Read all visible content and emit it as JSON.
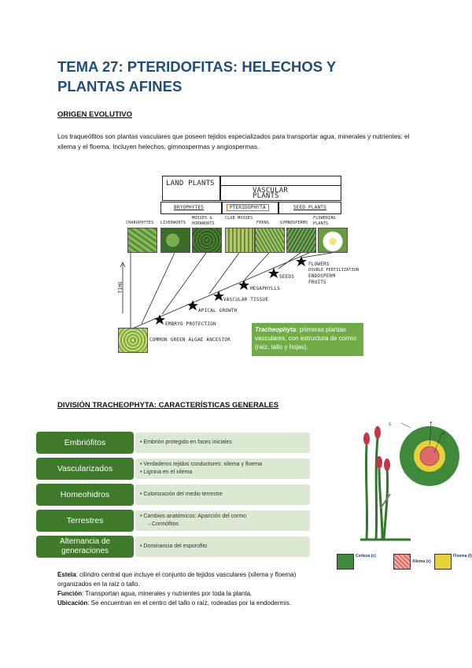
{
  "title": "TEMA 27: PTERIDOFITAS: HELECHOS Y PLANTAS AFINES",
  "section1": {
    "heading": "ORIGEN EVOLUTIVO",
    "paragraph": "Los traqueófitos son plantas vasculares que poseen tejidos especializados para transportar agua, minerales y nutrientes: el xilema y el floema. Incluyen helechos, gimnospermas y angiospermas."
  },
  "diagram": {
    "land_plants": "LAND PLANTS",
    "vascular_plants": "VASCULAR PLANTS",
    "bryophytes": "BRYOPHYTES",
    "pteridophyta": "PTERIDOPHYTA",
    "seed_plants": "SEED PLANTS",
    "thumbs": [
      "CHAROPHYTES",
      "LIVERWORTS",
      "MOSSES & HORNWORTS",
      "CLUB MOSSES",
      "FERNS",
      "GYMNOSPERMS",
      "FLOWERING PLANTS"
    ],
    "time": "TIME",
    "milestones": [
      "EMBRYO PROTECTION",
      "APICAL GROWTH",
      "VASCULAR TISSUE",
      "MEGAPHYLLS",
      "SEEDS",
      "FLOWERS",
      "DOUBLE FERTILIZATION",
      "ENDOSPERM",
      "FRUITS"
    ],
    "ancestor": "COMMON GREEN ALGAE ANCESTOR",
    "note_bold": "Tracheophyta",
    "note_text": ": primeras plantas vasculares, con estructura de cormo (raíz, tallo y hojas)."
  },
  "section2": {
    "heading": "DIVISIÓN TRACHEOPHYTA: CARACTERÍSTICAS GENERALES",
    "rows": [
      {
        "label": "Embriófitos",
        "items": [
          "• Embrión protegido en fases iniciales"
        ]
      },
      {
        "label": "Vascularizados",
        "items": [
          "• Verdaderos tejidos conductores: xilema y floema",
          "• Lignina en el xilema"
        ]
      },
      {
        "label": "Homeohidros",
        "items": [
          "• Colonización del medio terrestre"
        ]
      },
      {
        "label": "Terrestres",
        "items": [
          "• Cambios anatómicos: Aparición del cormo",
          "  →Cormófitos"
        ]
      },
      {
        "label": "Alternancia de generaciones",
        "items": [
          "• Dominancia del esporofito"
        ]
      }
    ]
  },
  "stem_diagram": {
    "labels": [
      "c",
      "f",
      "x"
    ],
    "legend": [
      "Corteza (c)",
      "Xilema (x)",
      "Floema (f)"
    ],
    "colors": {
      "corteza": "#3f8a3a",
      "xilema": "#e06a6a",
      "floema": "#e6d236"
    }
  },
  "definitions": [
    {
      "term": "Estela",
      "text": ": cilindro central que incluye el conjunto de tejidos vasculares (xilema y floema) organizados en la raíz o tallo."
    },
    {
      "term": "Función",
      "text": ": Transportan agua, minerales y nutrientes por toda la planta."
    },
    {
      "term": "Ubicación",
      "text": ": Se encuentran en el centro del tallo o raíz, rodeadas por la endodermis."
    }
  ]
}
